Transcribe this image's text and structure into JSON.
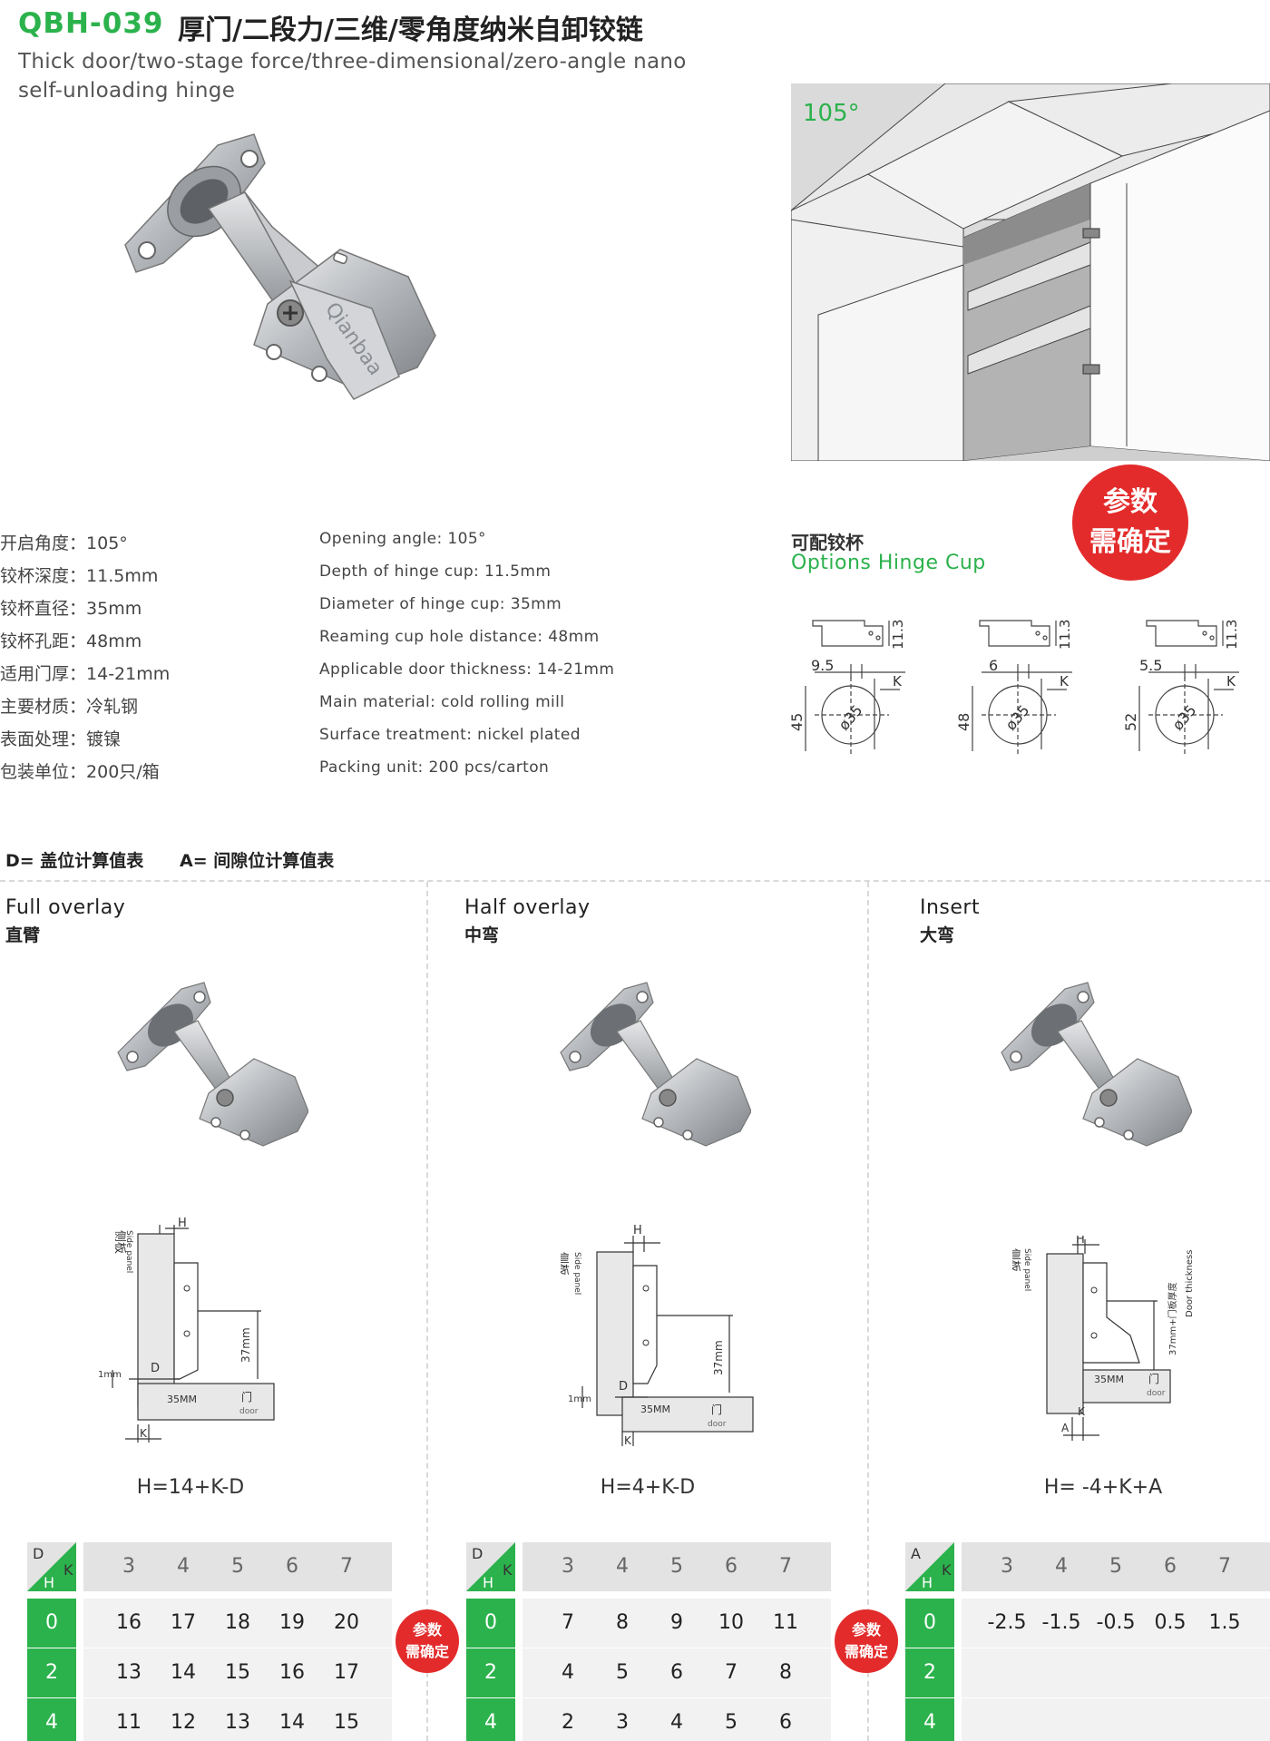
{
  "header": {
    "code": "QBH-039",
    "title_cn": "厚门/二段力/三维/零角度纳米自卸铰链",
    "title_en_line1": "Thick door/two-stage force/three-dimensional/zero-angle nano",
    "title_en_line2": "self-unloading hinge"
  },
  "product_image": {
    "brand_text": "Qianbaa"
  },
  "cabinet_image": {
    "angle": "105°"
  },
  "specs": [
    {
      "cn_label": "开启角度：",
      "cn_value": "105°",
      "en": "Opening angle: 105°"
    },
    {
      "cn_label": "铰杯深度：",
      "cn_value": "11.5mm",
      "en": "Depth of hinge cup: 11.5mm"
    },
    {
      "cn_label": "铰杯直径：",
      "cn_value": "35mm",
      "en": "Diameter of hinge cup: 35mm"
    },
    {
      "cn_label": "铰杯孔距：",
      "cn_value": "48mm",
      "en": "Reaming cup hole distance: 48mm"
    },
    {
      "cn_label": "适用门厚：",
      "cn_value": "14-21mm",
      "en": "Applicable door thickness: 14-21mm"
    },
    {
      "cn_label": "主要材质：",
      "cn_value": "冷轧钢",
      "en": "Main material: cold rolling mill"
    },
    {
      "cn_label": "表面处理：",
      "cn_value": "镀镍",
      "en": "Surface treatment: nickel plated"
    },
    {
      "cn_label": "包装单位：",
      "cn_value": "200只/箱",
      "en": "Packing unit: 200 pcs/carton"
    }
  ],
  "hinge_cup": {
    "title_cn": "可配铰杯",
    "title_en": "Options Hinge Cup",
    "stamp_line1": "参数",
    "stamp_line2": "需确定",
    "diameter_label": "ø35",
    "k_label": "K",
    "depth_label": "11.3",
    "options": [
      {
        "offset": "9.5",
        "distance": "45"
      },
      {
        "offset": "6",
        "distance": "48"
      },
      {
        "offset": "5.5",
        "distance": "52"
      }
    ]
  },
  "section": {
    "title": "D= 盖位计算值表      A= 间隙位计算值表"
  },
  "diagram_labels": {
    "side_cn": "侧板",
    "side_en": "Side panel",
    "door_cn": "门",
    "door_en": "door",
    "h": "H",
    "d": "D",
    "k": "K",
    "a": "A",
    "mm1": "1mm",
    "mm37": "37mm",
    "mm35": "35MM",
    "door_thickness_cn": "37mm+门板厚度",
    "door_thickness_en": "Door thickness"
  },
  "stamp_small": {
    "line1": "参数",
    "line2": "需确定"
  },
  "columns": [
    {
      "title_en": "Full overlay",
      "title_cn": "直臂",
      "formula": "H=14+K-D",
      "corner_top": "D",
      "corner_right": "K",
      "corner_bottom": "H",
      "k_values": [
        "3",
        "4",
        "5",
        "6",
        "7"
      ],
      "rows": [
        {
          "h": "0",
          "values": [
            "16",
            "17",
            "18",
            "19",
            "20"
          ]
        },
        {
          "h": "2",
          "values": [
            "13",
            "14",
            "15",
            "16",
            "17"
          ]
        },
        {
          "h": "4",
          "values": [
            "11",
            "12",
            "13",
            "14",
            "15"
          ]
        }
      ]
    },
    {
      "title_en": "Half overlay",
      "title_cn": "中弯",
      "formula": "H=4+K-D",
      "corner_top": "D",
      "corner_right": "K",
      "corner_bottom": "H",
      "k_values": [
        "3",
        "4",
        "5",
        "6",
        "7"
      ],
      "rows": [
        {
          "h": "0",
          "values": [
            "7",
            "8",
            "9",
            "10",
            "11"
          ]
        },
        {
          "h": "2",
          "values": [
            "4",
            "5",
            "6",
            "7",
            "8"
          ]
        },
        {
          "h": "4",
          "values": [
            "2",
            "3",
            "4",
            "5",
            "6"
          ]
        }
      ]
    },
    {
      "title_en": "Insert",
      "title_cn": "大弯",
      "formula": "H= -4+K+A",
      "corner_top": "A",
      "corner_right": "K",
      "corner_bottom": "H",
      "k_values": [
        "3",
        "4",
        "5",
        "6",
        "7"
      ],
      "rows": [
        {
          "h": "0",
          "values": [
            "-2.5",
            "-1.5",
            "-0.5",
            "0.5",
            "1.5"
          ]
        },
        {
          "h": "2",
          "values": [
            "",
            "",
            "",
            "",
            ""
          ]
        },
        {
          "h": "4",
          "values": [
            "",
            "",
            "",
            "",
            ""
          ]
        }
      ]
    }
  ],
  "colors": {
    "accent": "#2bb24c",
    "stamp": "#e32b2b",
    "table_head": "#e3e3e3",
    "table_body": "#f2f2f2"
  }
}
